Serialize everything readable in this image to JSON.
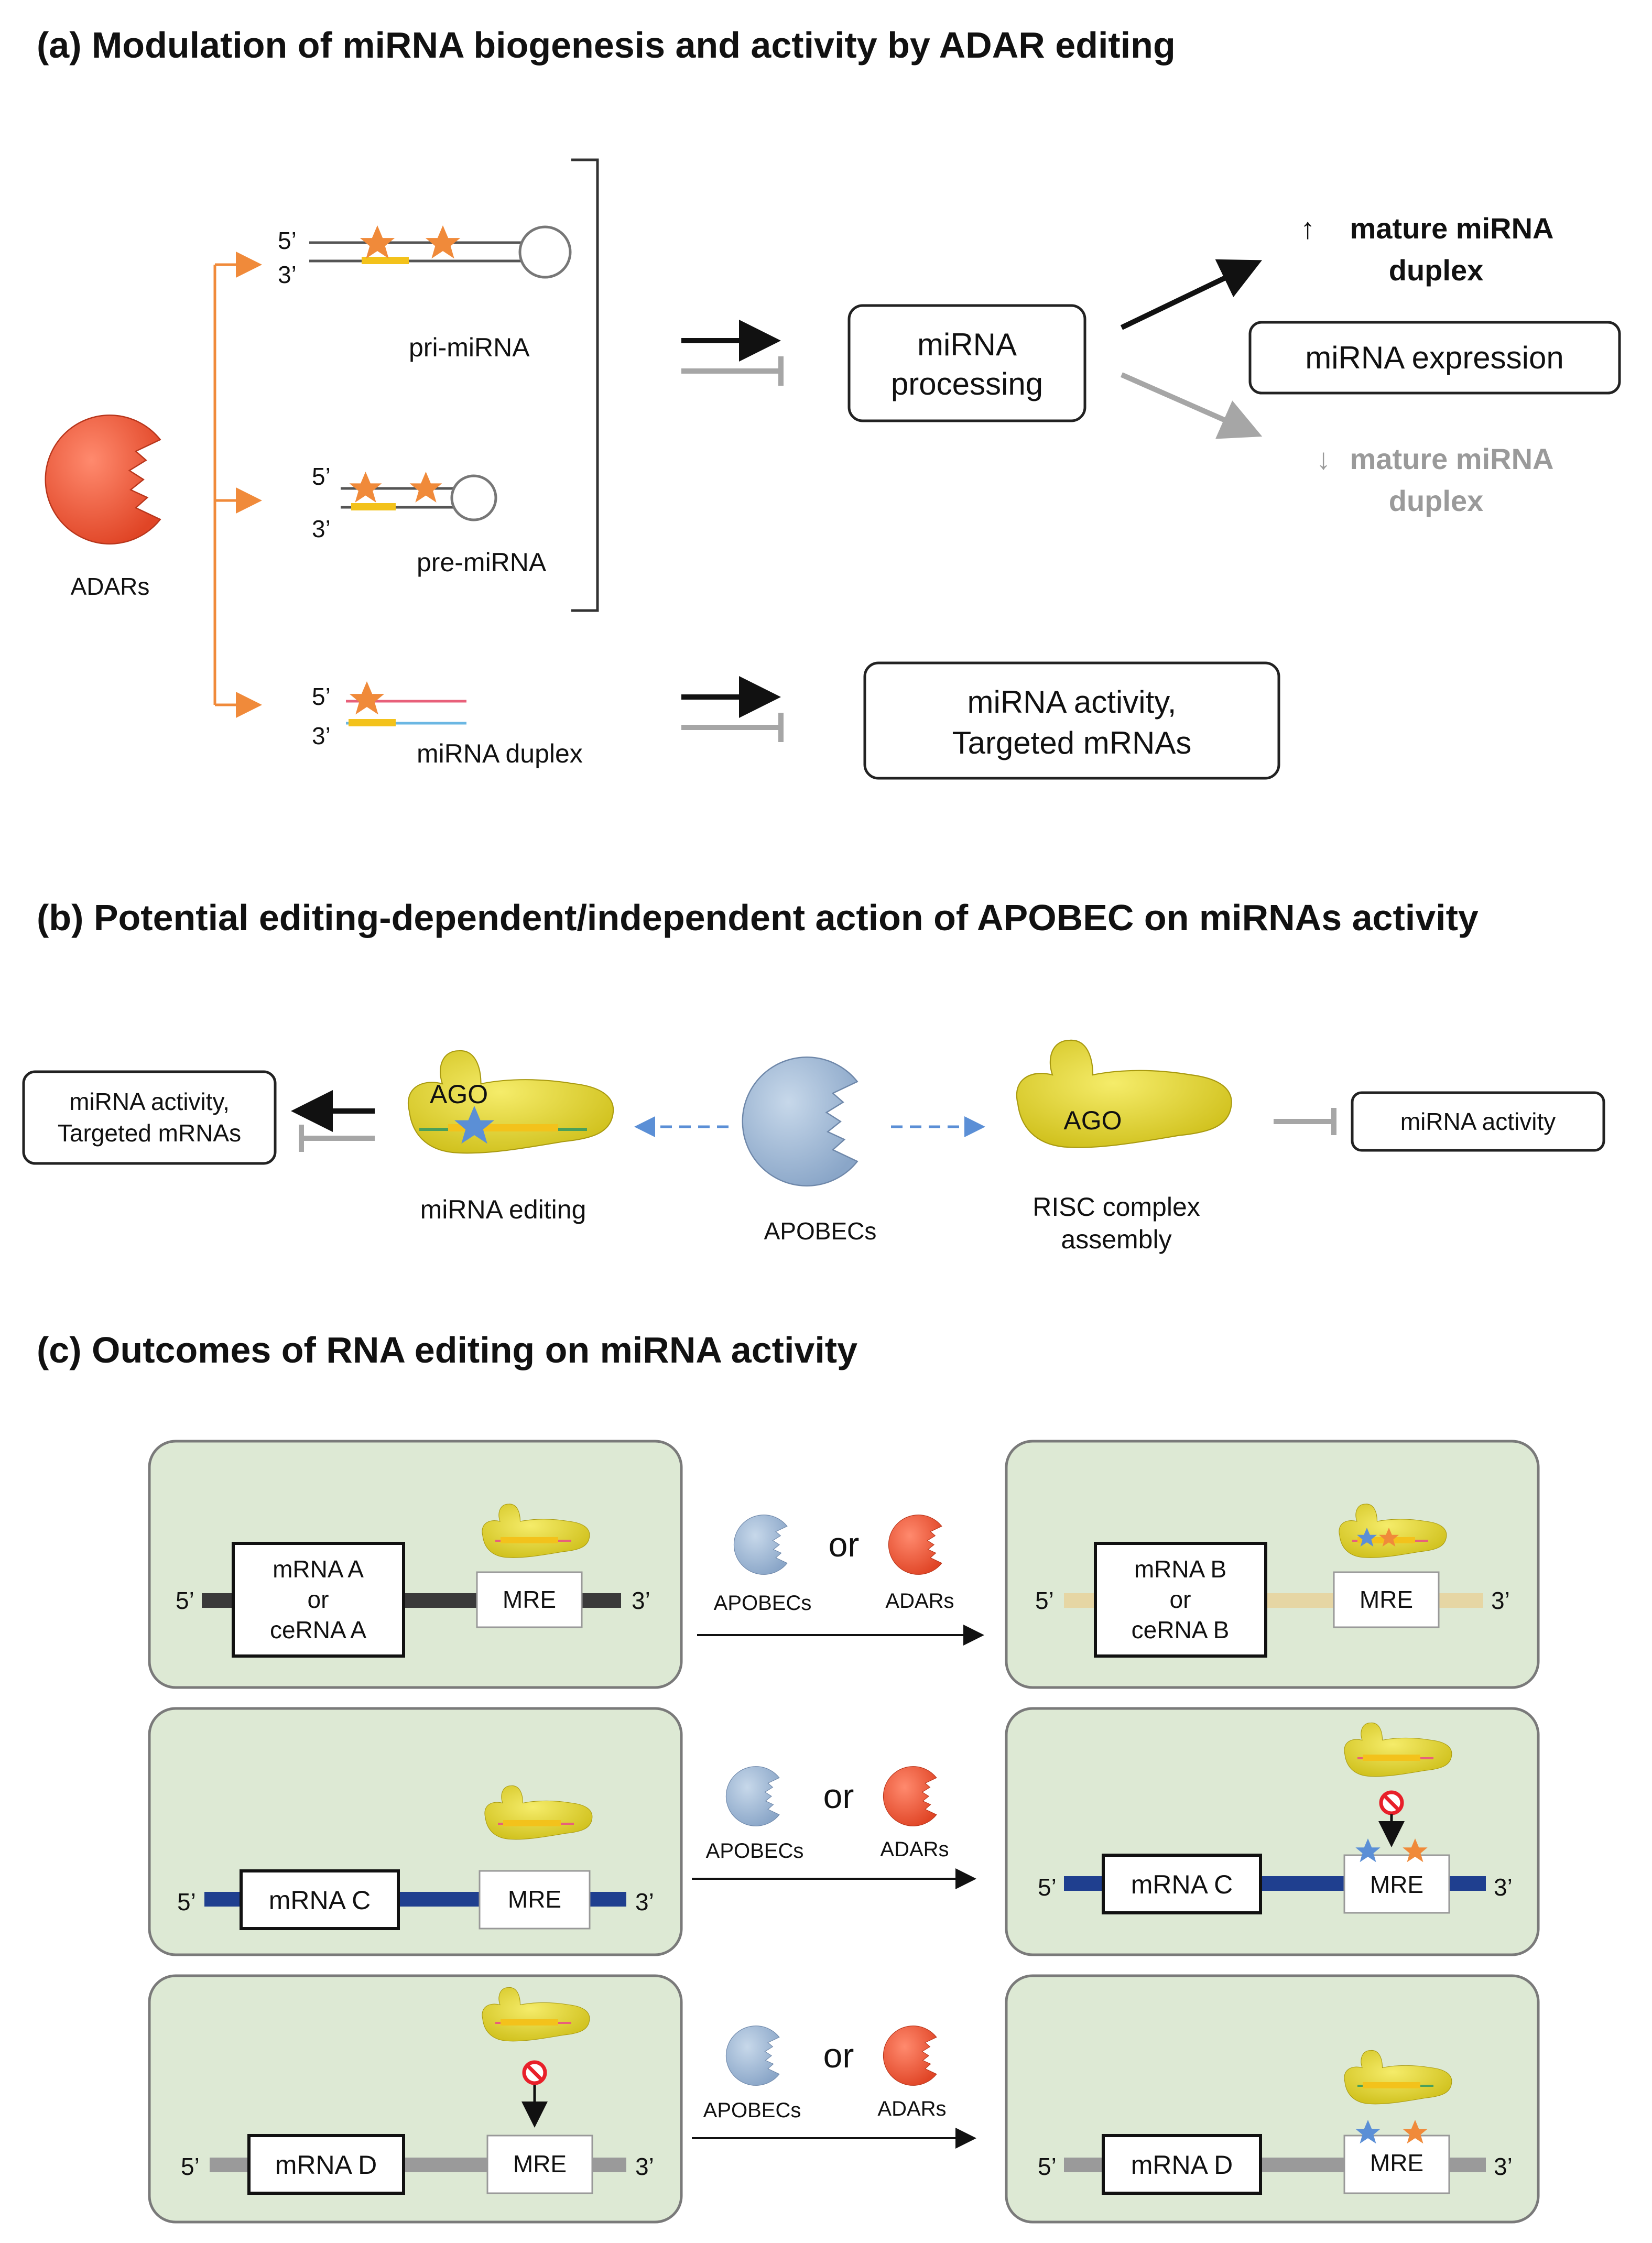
{
  "colors": {
    "adar": "#ef5b3f",
    "apobec": "#9bb5d4",
    "ago": "#e6d72a",
    "panel": "#dde9d4",
    "star_orange": "#f08a3a",
    "star_blue": "#5b8fd6",
    "guide_yellow": "#f3c21b",
    "mrna_dark": "#3a3a3a",
    "mrna_tan": "#e6d6a4",
    "mrna_blue": "#1f3f8f",
    "mrna_gray": "#9a9a9a",
    "inhibit_gray": "#a6a6a6"
  },
  "panel_a": {
    "title": "(a) Modulation of miRNA biogenesis and activity by ADAR editing",
    "enzyme_label": "ADARs",
    "pri": {
      "five": "5’",
      "three": "3’",
      "label": "pri-miRNA"
    },
    "pre": {
      "five": "5’",
      "three": "3’",
      "label": "pre-miRNA"
    },
    "duplex": {
      "five": "5’",
      "three": "3’",
      "label": "miRNA duplex"
    },
    "processing_box": {
      "line1": "miRNA",
      "line2": "processing"
    },
    "expression_box": "miRNA expression",
    "up_arrow": "↑",
    "up_line1": "mature miRNA",
    "up_line2": "duplex",
    "down_arrow": "↓",
    "down_line1": "mature miRNA",
    "down_line2": "duplex",
    "activity_box": {
      "line1": "miRNA activity,",
      "line2": "Targeted mRNAs"
    }
  },
  "panel_b": {
    "title": "(b) Potential editing-dependent/independent action of APOBEC on miRNAs activity",
    "left_box": {
      "line1": "miRNA activity,",
      "line2": "Targeted mRNAs"
    },
    "ago_left": "AGO",
    "editing_label": "miRNA editing",
    "enzyme_label": "APOBECs",
    "ago_right": "AGO",
    "risc_line1": "RISC complex",
    "risc_line2": "assembly",
    "right_box": "miRNA activity"
  },
  "panel_c": {
    "title": "(c) Outcomes of RNA editing on miRNA activity",
    "five": "5’",
    "three": "3’",
    "mre": "MRE",
    "or": "or",
    "apobec_label": "APOBECs",
    "adar_label": "ADARs",
    "row1": {
      "left_box": {
        "line1": "mRNA A",
        "line2": "or",
        "line3": "ceRNA A"
      },
      "right_box": {
        "line1": "mRNA B",
        "line2": "or",
        "line3": "ceRNA B"
      }
    },
    "row2": {
      "left_box": "mRNA C",
      "right_box": "mRNA C"
    },
    "row3": {
      "left_box": "mRNA D",
      "right_box": "mRNA D"
    }
  }
}
